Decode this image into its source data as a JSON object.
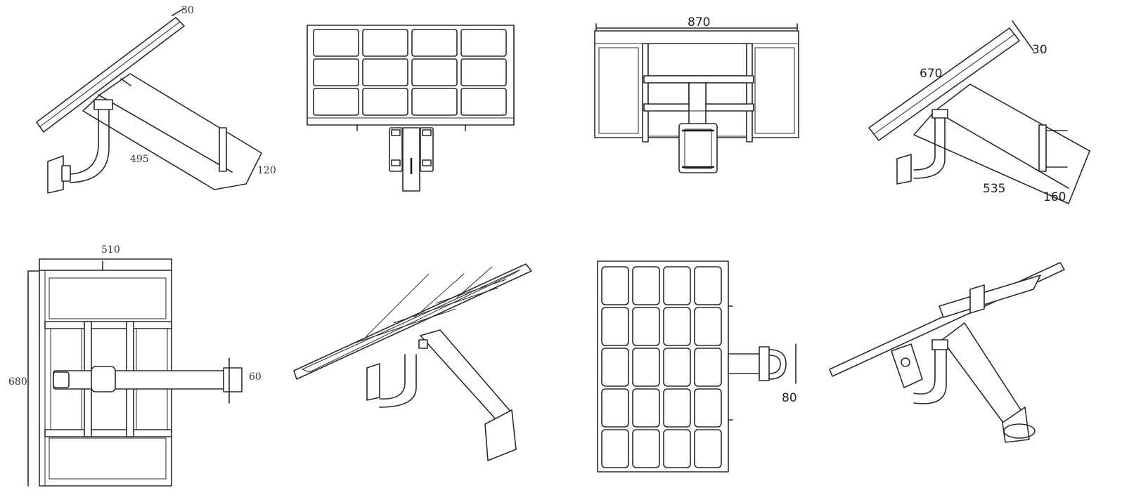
{
  "drawing": {
    "views": [
      {
        "id": "side-view-left",
        "dims": {
          "panel_thickness": "30",
          "arm_length": "495",
          "box_height": "120"
        }
      },
      {
        "id": "front-view-top",
        "dims": {}
      },
      {
        "id": "rear-view",
        "dims": {
          "width": "870"
        }
      },
      {
        "id": "side-view-right",
        "dims": {
          "panel_thickness": "30",
          "panel_length": "670",
          "arm_length": "535",
          "box_height": "160"
        }
      },
      {
        "id": "top-view-bottom",
        "dims": {
          "width": "510",
          "height": "680",
          "pole_diameter": "60"
        }
      },
      {
        "id": "iso-view-front",
        "dims": {}
      },
      {
        "id": "front-view-large",
        "dims": {
          "clamp_height": "80"
        }
      },
      {
        "id": "iso-view-rear",
        "dims": {}
      }
    ]
  }
}
